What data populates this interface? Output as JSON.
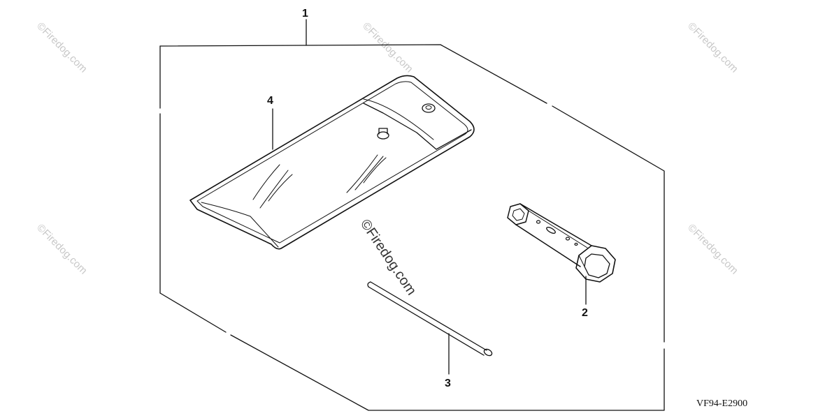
{
  "diagram": {
    "code": "VF94-E2900",
    "watermark": "©Firedog.com",
    "callouts": [
      {
        "id": "1",
        "label": "1"
      },
      {
        "id": "2",
        "label": "2"
      },
      {
        "id": "3",
        "label": "3"
      },
      {
        "id": "4",
        "label": "4"
      }
    ]
  }
}
